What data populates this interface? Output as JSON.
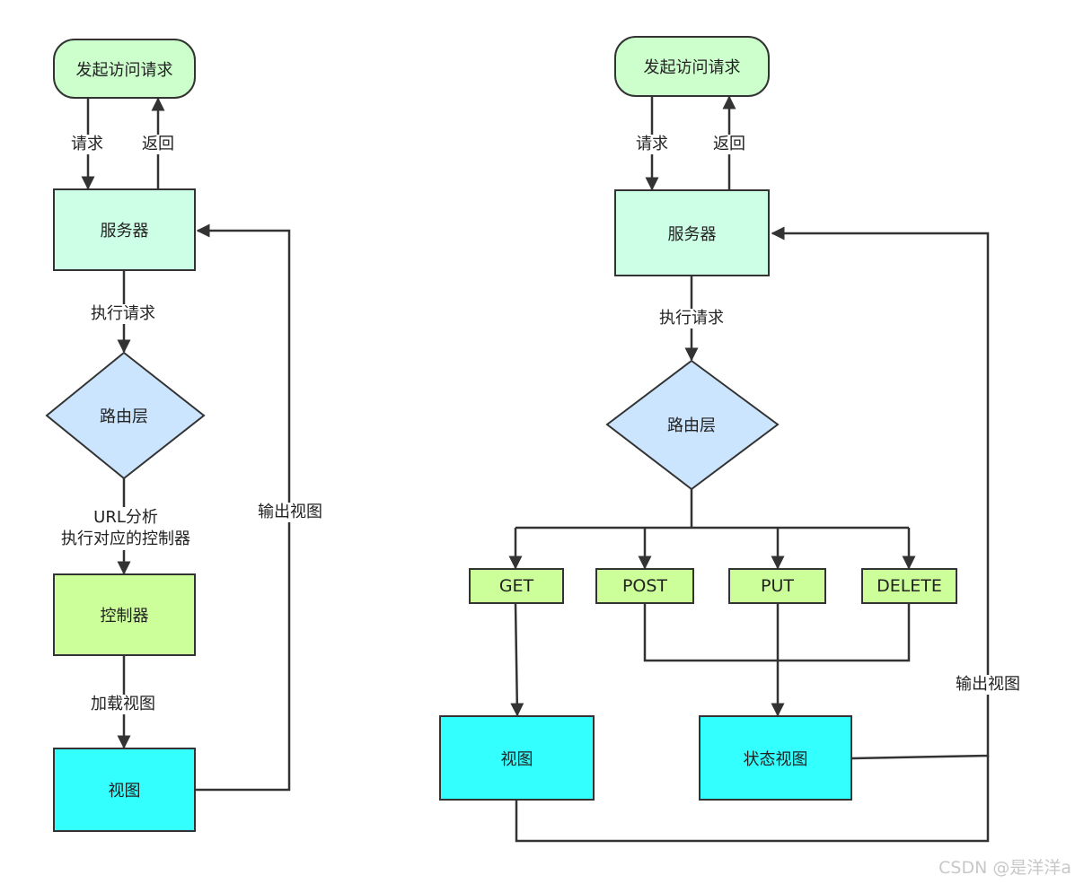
{
  "left": {
    "start": "发起访问请求",
    "request": "请求",
    "return": "返回",
    "server": "服务器",
    "exec": "执行请求",
    "router": "路由层",
    "url_line1": "URL分析",
    "url_line2": "执行对应的控制器",
    "controller": "控制器",
    "load_view": "加载视图",
    "view": "视图",
    "output_view": "输出视图"
  },
  "right": {
    "start": "发起访问请求",
    "request": "请求",
    "return": "返回",
    "server": "服务器",
    "exec": "执行请求",
    "router": "路由层",
    "get": "GET",
    "post": "POST",
    "put": "PUT",
    "delete": "DELETE",
    "view": "视图",
    "status_view": "状态视图",
    "output_view": "输出视图"
  },
  "watermark": "CSDN @是洋洋a"
}
